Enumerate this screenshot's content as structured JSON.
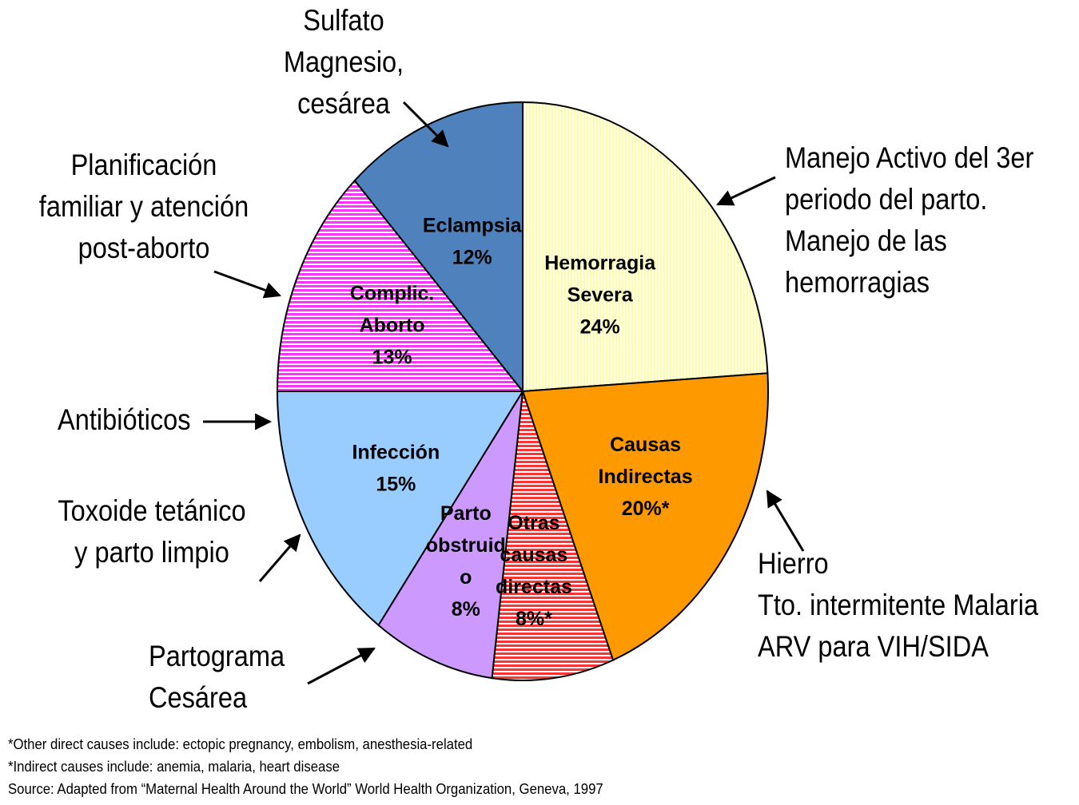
{
  "chart_data": {
    "type": "pie",
    "slices": [
      {
        "label_lines": [
          "Hemorragia",
          "Severa",
          "24%"
        ],
        "value": 24,
        "color": "#ffff99",
        "pattern": "vertical-lines"
      },
      {
        "label_lines": [
          "Causas",
          "Indirectas",
          "20%*"
        ],
        "value": 20,
        "color": "#ff9900",
        "pattern": "solid"
      },
      {
        "label_lines": [
          "Otras",
          "causas",
          "directas",
          "8%*"
        ],
        "value": 8,
        "color": "#ff3333",
        "pattern": "horizontal-lines"
      },
      {
        "label_lines": [
          "Parto",
          "obstruid",
          "o",
          "8%"
        ],
        "value": 8,
        "color": "#cc99ff",
        "pattern": "solid"
      },
      {
        "label_lines": [
          "Infección",
          "15%"
        ],
        "value": 15,
        "color": "#99ccff",
        "pattern": "solid"
      },
      {
        "label_lines": [
          "Complic.",
          "Aborto",
          "13%"
        ],
        "value": 13,
        "color": "#ff33ff",
        "pattern": "horizontal-lines"
      },
      {
        "label_lines": [
          "Eclampsia",
          "12%"
        ],
        "value": 12,
        "color": "#4f81bd",
        "pattern": "solid"
      }
    ]
  },
  "annotations": [
    {
      "lines": [
        "Sulfato",
        "Magnesio,",
        "cesárea"
      ]
    },
    {
      "lines": [
        "Manejo Activo del 3er",
        "periodo del parto.",
        "Manejo de las",
        "hemorragias"
      ]
    },
    {
      "lines": [
        "Planificación",
        "familiar y atención",
        "post-aborto"
      ]
    },
    {
      "lines": [
        "Antibióticos"
      ]
    },
    {
      "lines": [
        "Toxoide tetánico",
        "y parto limpio"
      ]
    },
    {
      "lines": [
        "Partograma",
        "Cesárea"
      ]
    },
    {
      "lines": [
        "Hierro",
        "Tto. intermitente Malaria",
        "ARV para VIH/SIDA"
      ]
    }
  ],
  "footnotes": [
    "*Other direct causes include: ectopic pregnancy, embolism, anesthesia-related",
    "*Indirect causes include: anemia, malaria, heart disease",
    "Source:  Adapted from “Maternal Health Around the World” World Health Organization, Geneva, 1997"
  ]
}
